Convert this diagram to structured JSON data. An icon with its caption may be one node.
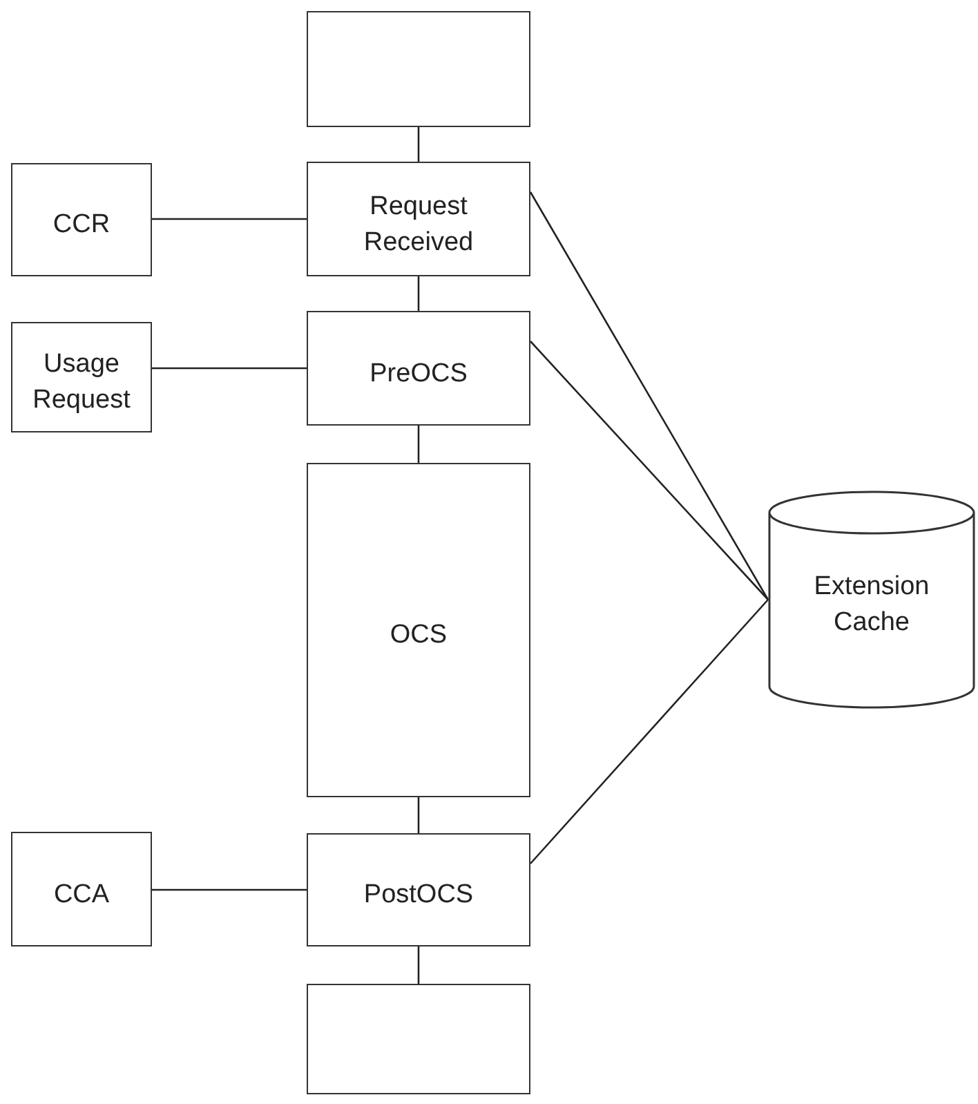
{
  "diagram": {
    "nodes": [
      {
        "text": [],
        "shape": "box"
      },
      {
        "text": [
          "CCR"
        ]
      },
      {
        "text": [
          "Request Received"
        ]
      },
      {
        "text": [
          "Usage Request"
        ]
      },
      {
        "text": [
          "PreOCS"
        ]
      },
      {
        "text": [
          "OCS"
        ]
      },
      {
        "text": [
          "Extension Cache"
        ]
      },
      {
        "text": [
          "CCA"
        ]
      },
      {
        "text": [
          "PostOCS"
        ]
      },
      {
        "text": [],
        "shape": "box"
      }
    ],
    "edges": [
      {
        "from": 0,
        "to": 2,
        "arrow": "none"
      },
      {
        "from": 1,
        "to": 2,
        "arrow": "none"
      },
      {
        "from": 2,
        "to": 4,
        "arrow": "none"
      },
      {
        "from": 3,
        "to": 4,
        "arrow": "none"
      },
      {
        "from": 4,
        "to": 5,
        "arrow": "none"
      },
      {
        "from": 5,
        "to": 8,
        "arrow": "none"
      },
      {
        "from": 7,
        "to": 8,
        "arrow": "none"
      },
      {
        "from": 8,
        "to": 9,
        "arrow": "none"
      },
      {
        "from": 2,
        "to": 6,
        "arrow": "none"
      },
      {
        "from": 4,
        "to": 6,
        "arrow": "none"
      },
      {
        "from": 8,
        "to": 6,
        "arrow": "none"
      }
    ]
  }
}
